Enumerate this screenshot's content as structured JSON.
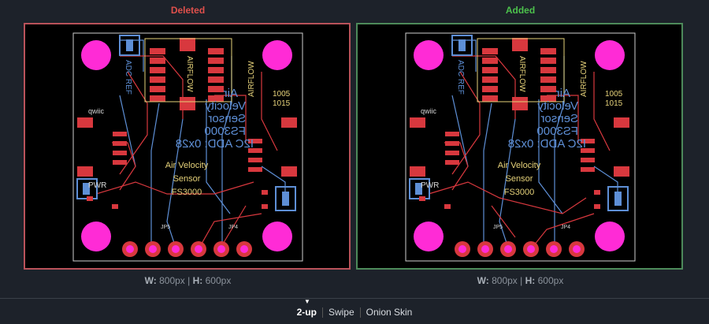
{
  "header": {
    "deleted_label": "Deleted",
    "added_label": "Added",
    "deleted_color": "#e0504c",
    "added_color": "#4cc14c"
  },
  "panels": [
    {
      "id": "deleted",
      "border_color": "#b9525a",
      "dims": {
        "w_label": "W:",
        "w_value": "800px",
        "h_label": "H:",
        "h_value": "600px"
      },
      "board": {
        "connector_labels": [
          "JP5",
          "JP4"
        ],
        "pad_labels": [
          "qwiic",
          "PWR",
          "1005",
          "1015"
        ],
        "silk_text": [
          "Air Velocity",
          "Sensor",
          "FS3000"
        ],
        "mirrored_text": [
          "Air",
          "Velocity",
          "Sensor",
          "FS3000",
          "I2C ADD: 0x28"
        ],
        "vertical_labels": [
          "ADC REF",
          "AIRFLOW",
          "AIRFLOW"
        ]
      }
    },
    {
      "id": "added",
      "border_color": "#4d8a5a",
      "dims": {
        "w_label": "W:",
        "w_value": "800px",
        "h_label": "H:",
        "h_value": "600px"
      },
      "board": {
        "connector_labels": [
          "JP5",
          "JP4"
        ],
        "pad_labels": [
          "qwiic",
          "PWR",
          "1005",
          "1015"
        ],
        "silk_text": [
          "Air Velocity",
          "Sensor",
          "FS3000"
        ],
        "mirrored_text": [
          "Air",
          "Velocity",
          "Sensor",
          "FS3000",
          "I2C ADD: 0x28"
        ],
        "vertical_labels": [
          "ADC REF",
          "AIRFLOW",
          "AIRFLOW"
        ]
      }
    }
  ],
  "view_modes": {
    "items": [
      "2-up",
      "Swipe",
      "Onion Skin"
    ],
    "active": "2-up"
  },
  "colors": {
    "pad_magenta": "#ff2bd6",
    "pad_red": "#d8383e",
    "trace_red": "#d8383e",
    "trace_blue": "#5e8fd6",
    "silk_yellow": "#e6d27a",
    "silk_white": "#d8d8d8"
  }
}
